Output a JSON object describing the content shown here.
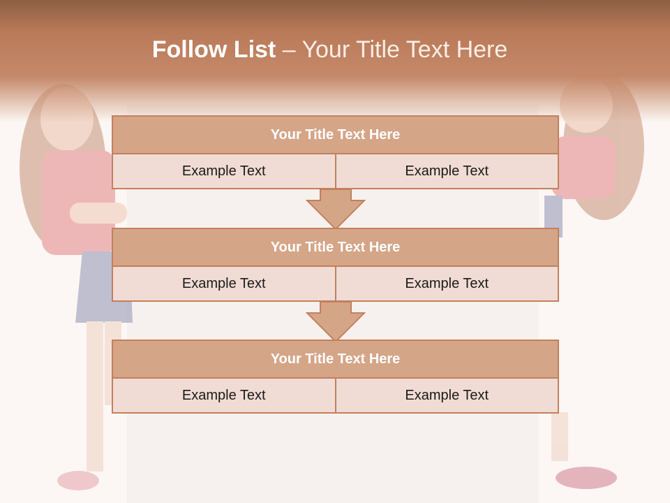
{
  "slide": {
    "title_bold": "Follow List",
    "title_rest": " – Your Title Text Here"
  },
  "blocks": [
    {
      "title": "Your Title Text Here",
      "cells": [
        "Example Text",
        "Example Text"
      ]
    },
    {
      "title": "Your Title Text Here",
      "cells": [
        "Example Text",
        "Example Text"
      ]
    },
    {
      "title": "Your Title Text Here",
      "cells": [
        "Example Text",
        "Example Text"
      ]
    }
  ],
  "colors": {
    "header_band": "#b97a58",
    "block_title_fill": "#d5a588",
    "block_border": "#c2805c",
    "cell_fill": "#f0dcd4",
    "arrow_fill": "#d5a588"
  }
}
